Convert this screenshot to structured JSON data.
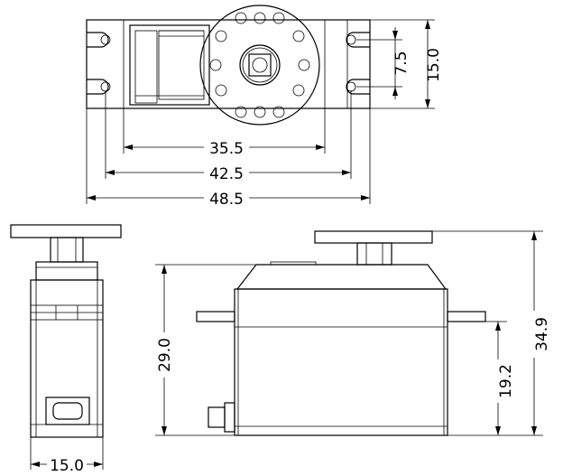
{
  "dimensions": {
    "top_view": {
      "hole_pitch_inner": "35.5",
      "hole_pitch_outer": "42.5",
      "overall_width": "48.5",
      "hole_spacing_vertical": "7.5",
      "body_depth": "15.0"
    },
    "side_view": {
      "body_width": "15.0"
    },
    "front_view": {
      "body_height": "29.0",
      "tab_height": "19.2",
      "overall_height": "34.9"
    }
  },
  "colors": {
    "line": "#000000",
    "background": "#ffffff"
  }
}
